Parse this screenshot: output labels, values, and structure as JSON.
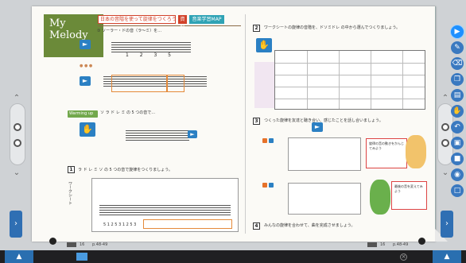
{
  "header": {
    "title_line1": "My",
    "title_line2": "Melody",
    "lesson_title": "日本の音階を使って旋律をつくろう",
    "tag_red": "資料",
    "tag_blue": "音楽学習MAP"
  },
  "left_page": {
    "instruction_1": "① ソーラー・ドの音（ラ～ミ）を…",
    "worm_up_label": "Warming up",
    "section_1_num": "1",
    "section_1_text": "ラ ド レ ミ ソ の 5 つの音で旋律をつくりましょう。",
    "workspace_label": "ワークシート",
    "score_label": "5 1 2 5 3 1 2 5 3"
  },
  "right_page": {
    "section_2_num": "2",
    "section_2_text": "ワークシートの旋律の音階を、ドソミドレ の中から選んでつくりましょう。",
    "section_3_num": "3",
    "section_3_text": "つくった旋律を友達と聴き合い、感じたことを話し合いましょう。",
    "section_4_num": "4",
    "section_4_text": "みんなの旋律を合わせて、曲を完成させましょう。",
    "callout_1": "旋律の音の動きをかんじてみよう",
    "callout_2": "最後の音を変えてみよう"
  },
  "footer": {
    "left_page_no": "16",
    "left_range": "p.48-49",
    "right_page_no": "16",
    "right_range": "p.48-49"
  },
  "toolbar": {
    "tools": [
      "pointer-tool",
      "pen-tool",
      "eraser-tool",
      "copy-tool",
      "book-tool",
      "hand-tool",
      "undo-tool",
      "zoom-tool",
      "mask-tool",
      "camera-tool",
      "page-tool"
    ]
  }
}
